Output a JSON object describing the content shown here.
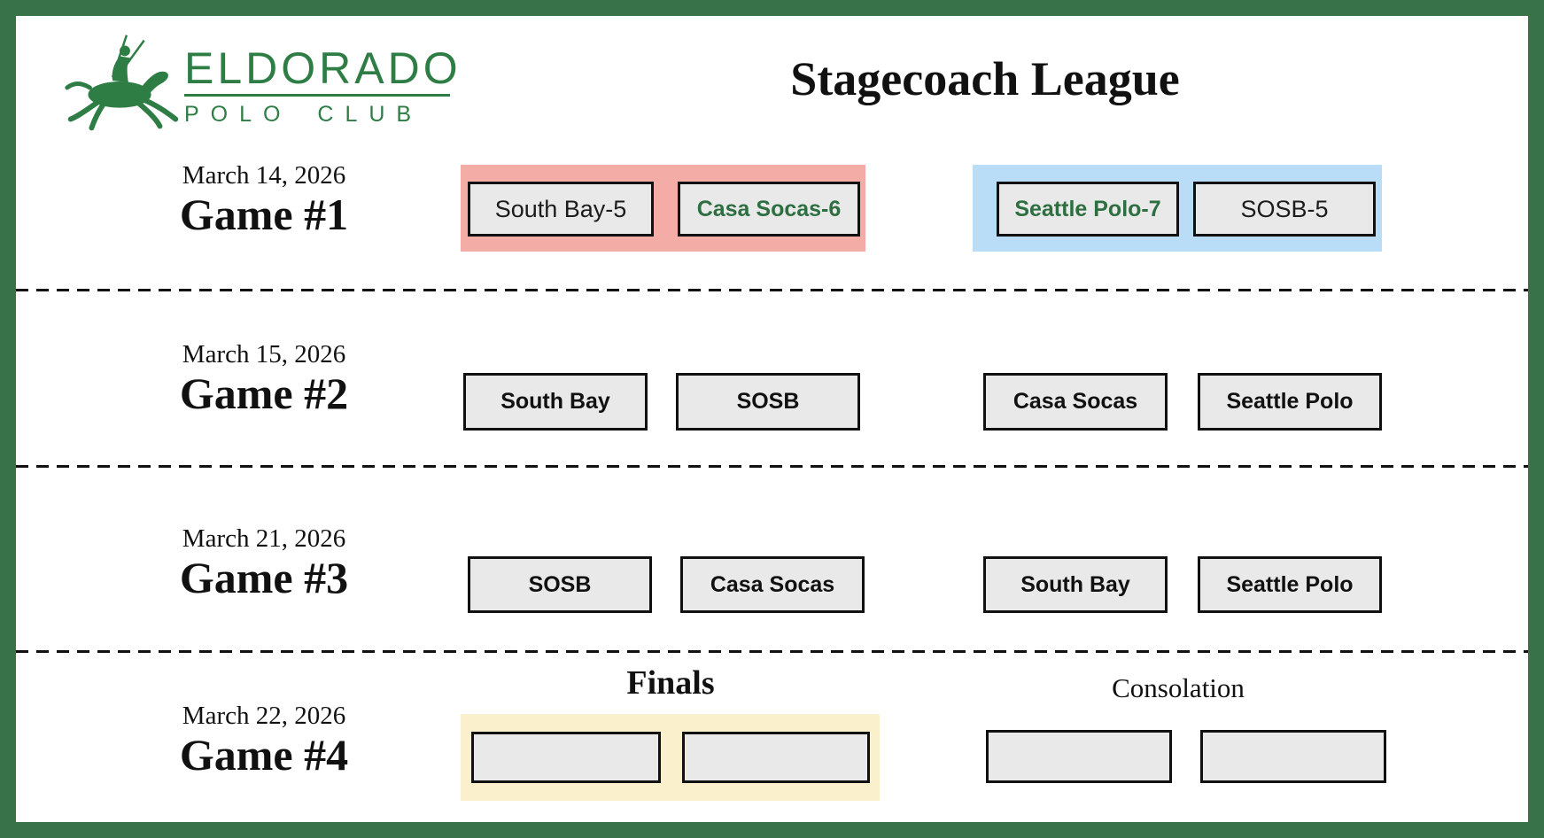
{
  "brand": {
    "name": "ELDORADO",
    "subtitle": "POLO CLUB",
    "color": "#2e7d45",
    "logo_icon": "polo-player-on-horse"
  },
  "title": "Stagecoach League",
  "colors": {
    "frame_green": "#377248",
    "pink_highlight": "#f3aca6",
    "blue_highlight": "#b9ddf6",
    "yellow_highlight": "#faf0cb",
    "box_background": "#e9e9e9",
    "box_border": "#111111",
    "green_team_text": "#2e6f41"
  },
  "games": [
    {
      "date": "March 14, 2026",
      "label": "Game #1",
      "matchups": [
        {
          "highlight": "pink",
          "teams": [
            "South Bay-5",
            "Casa Socas-6"
          ]
        },
        {
          "highlight": "blue",
          "teams": [
            "Seattle Polo-7",
            "SOSB-5"
          ]
        }
      ]
    },
    {
      "date": "March 15, 2026",
      "label": "Game #2",
      "matchups": [
        {
          "highlight": "none",
          "teams": [
            "South Bay",
            "SOSB"
          ]
        },
        {
          "highlight": "none",
          "teams": [
            "Casa Socas",
            "Seattle Polo"
          ]
        }
      ]
    },
    {
      "date": "March 21, 2026",
      "label": "Game #3",
      "matchups": [
        {
          "highlight": "none",
          "teams": [
            "SOSB",
            "Casa Socas"
          ]
        },
        {
          "highlight": "none",
          "teams": [
            "South Bay",
            "Seattle Polo"
          ]
        }
      ]
    },
    {
      "date": "March 22, 2026",
      "label": "Game #4",
      "matchups": [
        {
          "highlight": "yellow",
          "heading": "Finals",
          "teams": [
            "",
            ""
          ]
        },
        {
          "highlight": "none",
          "heading": "Consolation",
          "teams": [
            "",
            ""
          ]
        }
      ]
    }
  ]
}
